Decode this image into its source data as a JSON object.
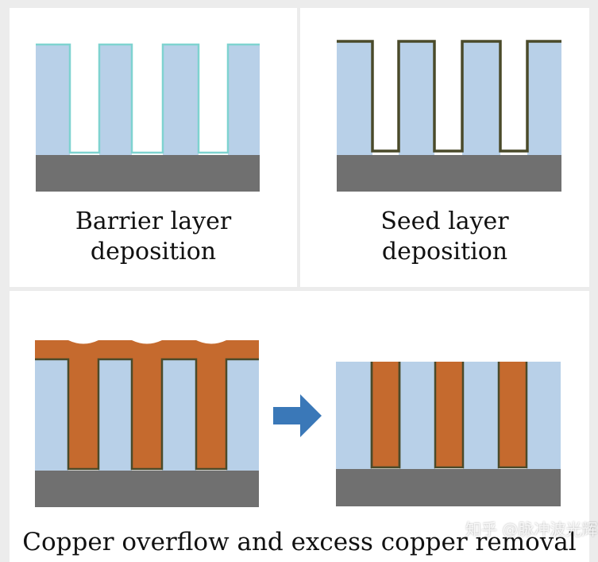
{
  "panels": {
    "barrier": {
      "caption_line1": "Barrier layer",
      "caption_line2": "deposition"
    },
    "seed": {
      "caption_line1": "Seed layer",
      "caption_line2": "deposition"
    },
    "copper": {
      "caption": "Copper overflow and excess copper removal"
    }
  },
  "watermark": "知乎 @脉冲波光辉",
  "colors": {
    "dielectric": "#b8d0e8",
    "substrate": "#707070",
    "barrier_line": "#7fd3d0",
    "seed_line": "#4a4a2a",
    "copper": "#c56a2e",
    "arrow": "#3a78b8"
  }
}
